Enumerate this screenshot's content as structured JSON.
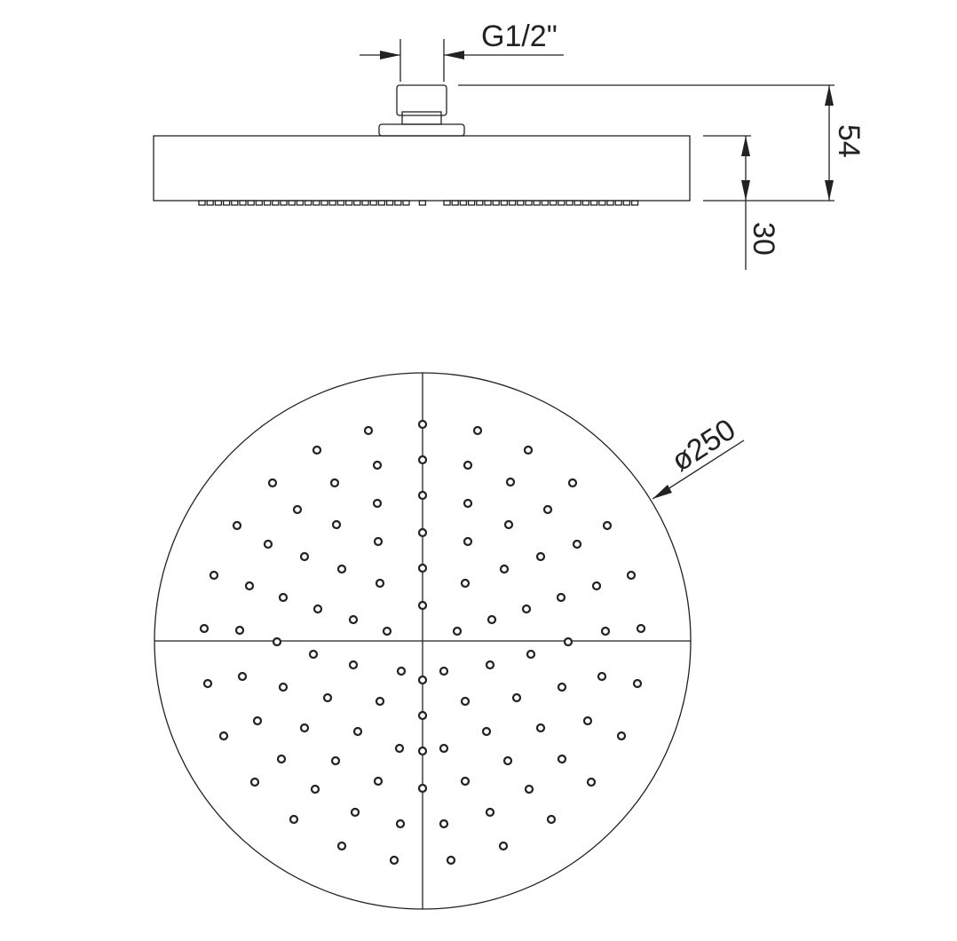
{
  "dimensions": {
    "thread": "G1/2\"",
    "total_height": "54",
    "body_height": "30",
    "diameter": "ø250"
  },
  "colors": {
    "line": "#222222",
    "background": "#ffffff"
  }
}
